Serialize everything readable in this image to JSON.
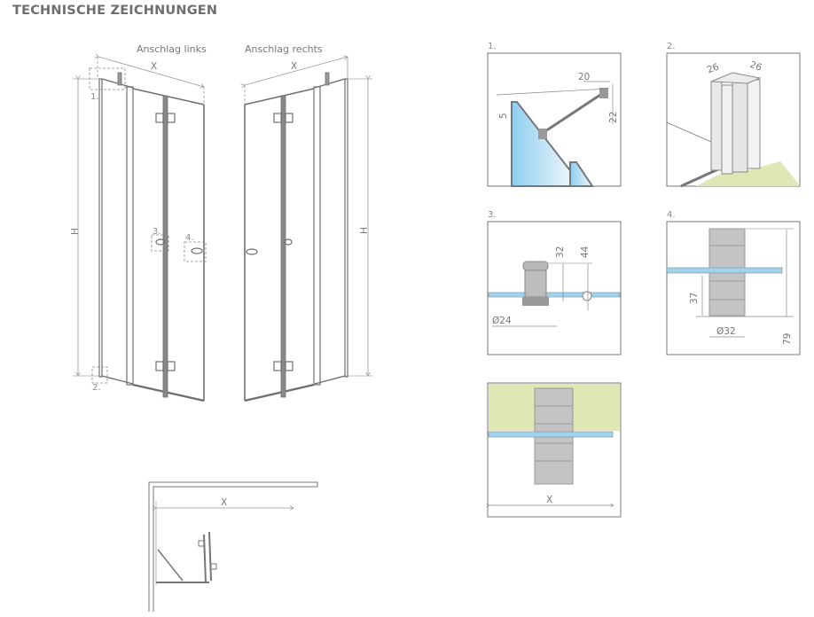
{
  "header": {
    "title": "TECHNISCHE ZEICHNUNGEN"
  },
  "elevations": {
    "left": {
      "label": "Anschlag links",
      "width_label": "X",
      "height_label": "H",
      "callouts": [
        "1.",
        "2.",
        "3.",
        "4."
      ]
    },
    "right": {
      "label": "Anschlag rechts",
      "width_label": "X",
      "height_label": "H"
    }
  },
  "plan": {
    "width_label": "X"
  },
  "details": [
    {
      "number": "1.",
      "dims": [
        "20",
        "5",
        "22"
      ]
    },
    {
      "number": "2.",
      "dims": [
        "26",
        "26"
      ]
    },
    {
      "number": "3.",
      "dims": [
        "32",
        "44",
        "Ø24"
      ]
    },
    {
      "number": "4.",
      "dims": [
        "37",
        "Ø32",
        "79"
      ]
    },
    {
      "number": "",
      "dims": [
        "X"
      ]
    }
  ],
  "colors": {
    "line": "#6f6f6f",
    "glass": "#9fd3ef",
    "floor": "#dfe8b5",
    "hardware": "#b5b5b5"
  }
}
